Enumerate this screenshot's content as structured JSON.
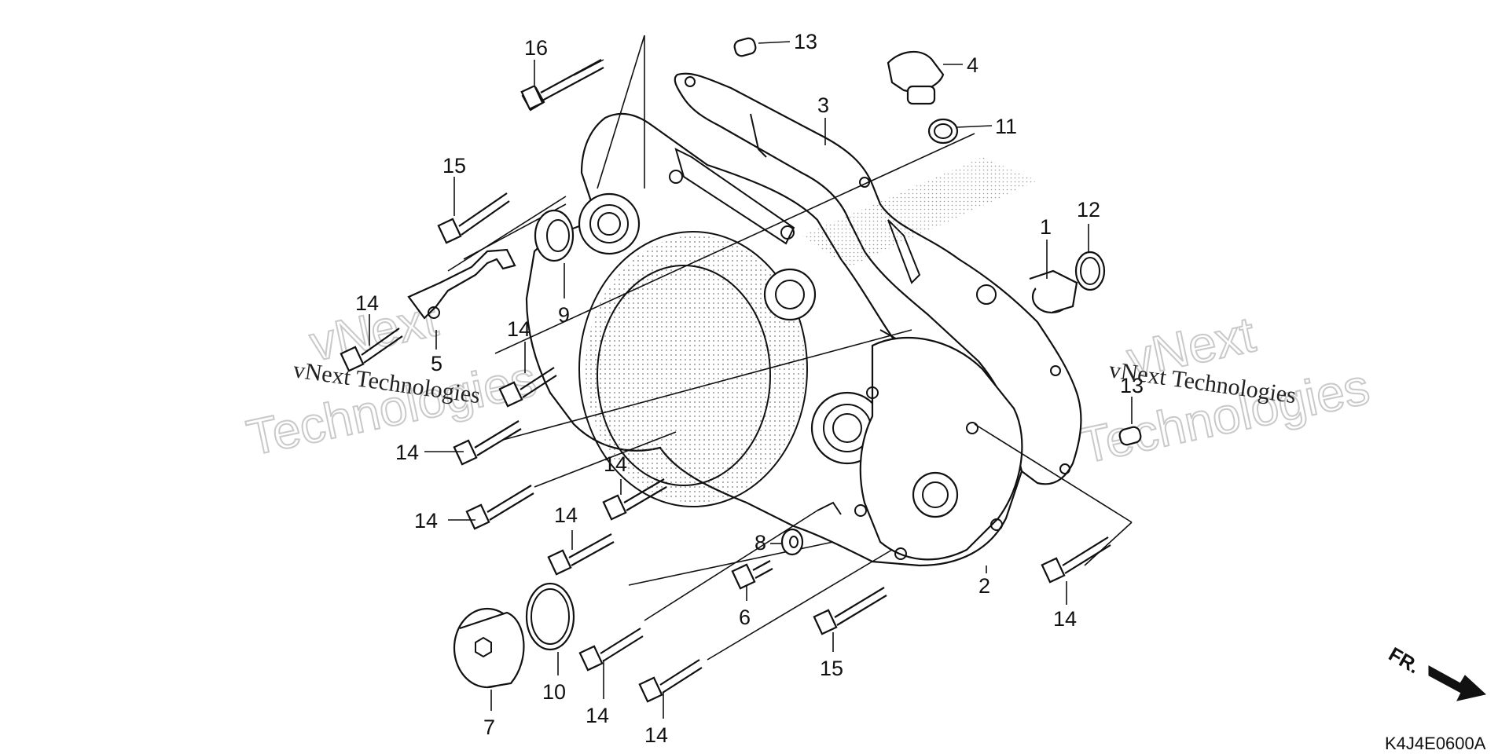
{
  "diagram": {
    "drawing_code": "K4J4E0600A",
    "direction_label": "FR.",
    "watermarks": [
      {
        "text": "vNext Technologies"
      },
      {
        "text": "vNext Technologies"
      }
    ],
    "watermark_ghost_top": "vNext",
    "watermark_ghost_bottom": "Technologies",
    "callouts": [
      {
        "id": "c16",
        "text": "16"
      },
      {
        "id": "c15a",
        "text": "15"
      },
      {
        "id": "c14a",
        "text": "14"
      },
      {
        "id": "c5",
        "text": "5"
      },
      {
        "id": "c9",
        "text": "9"
      },
      {
        "id": "c14b",
        "text": "14"
      },
      {
        "id": "c14c",
        "text": "14"
      },
      {
        "id": "c14d",
        "text": "14"
      },
      {
        "id": "c14e",
        "text": "14"
      },
      {
        "id": "c14f",
        "text": "14"
      },
      {
        "id": "c14g",
        "text": "14"
      },
      {
        "id": "c14h",
        "text": "14"
      },
      {
        "id": "c7",
        "text": "7"
      },
      {
        "id": "c10",
        "text": "10"
      },
      {
        "id": "c8",
        "text": "8"
      },
      {
        "id": "c6",
        "text": "6"
      },
      {
        "id": "c15b",
        "text": "15"
      },
      {
        "id": "c2",
        "text": "2"
      },
      {
        "id": "c14i",
        "text": "14"
      },
      {
        "id": "c13a",
        "text": "13"
      },
      {
        "id": "c4",
        "text": "4"
      },
      {
        "id": "c3",
        "text": "3"
      },
      {
        "id": "c11",
        "text": "11"
      },
      {
        "id": "c1",
        "text": "1"
      },
      {
        "id": "c12",
        "text": "12"
      },
      {
        "id": "c13b",
        "text": "13"
      }
    ]
  }
}
